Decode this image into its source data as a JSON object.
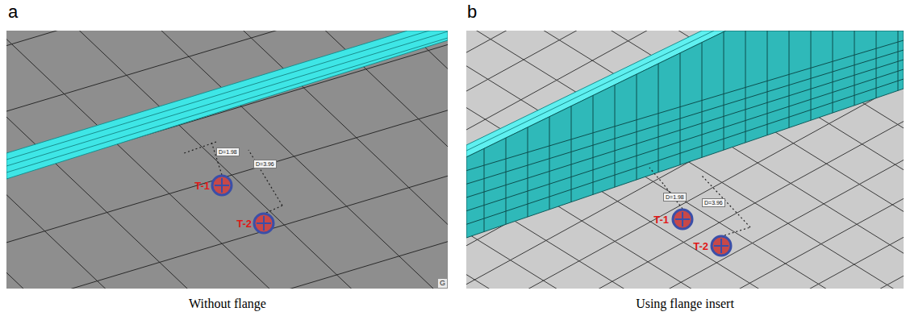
{
  "diagram": {
    "labels": [
      "a",
      "Without flange",
      "b",
      "Using flange insert",
      "D=1.98",
      "D=3.96",
      "T-1",
      "T-2",
      "G",
      "D=1.98",
      "D=3.96",
      "T-1",
      "T-2"
    ]
  }
}
